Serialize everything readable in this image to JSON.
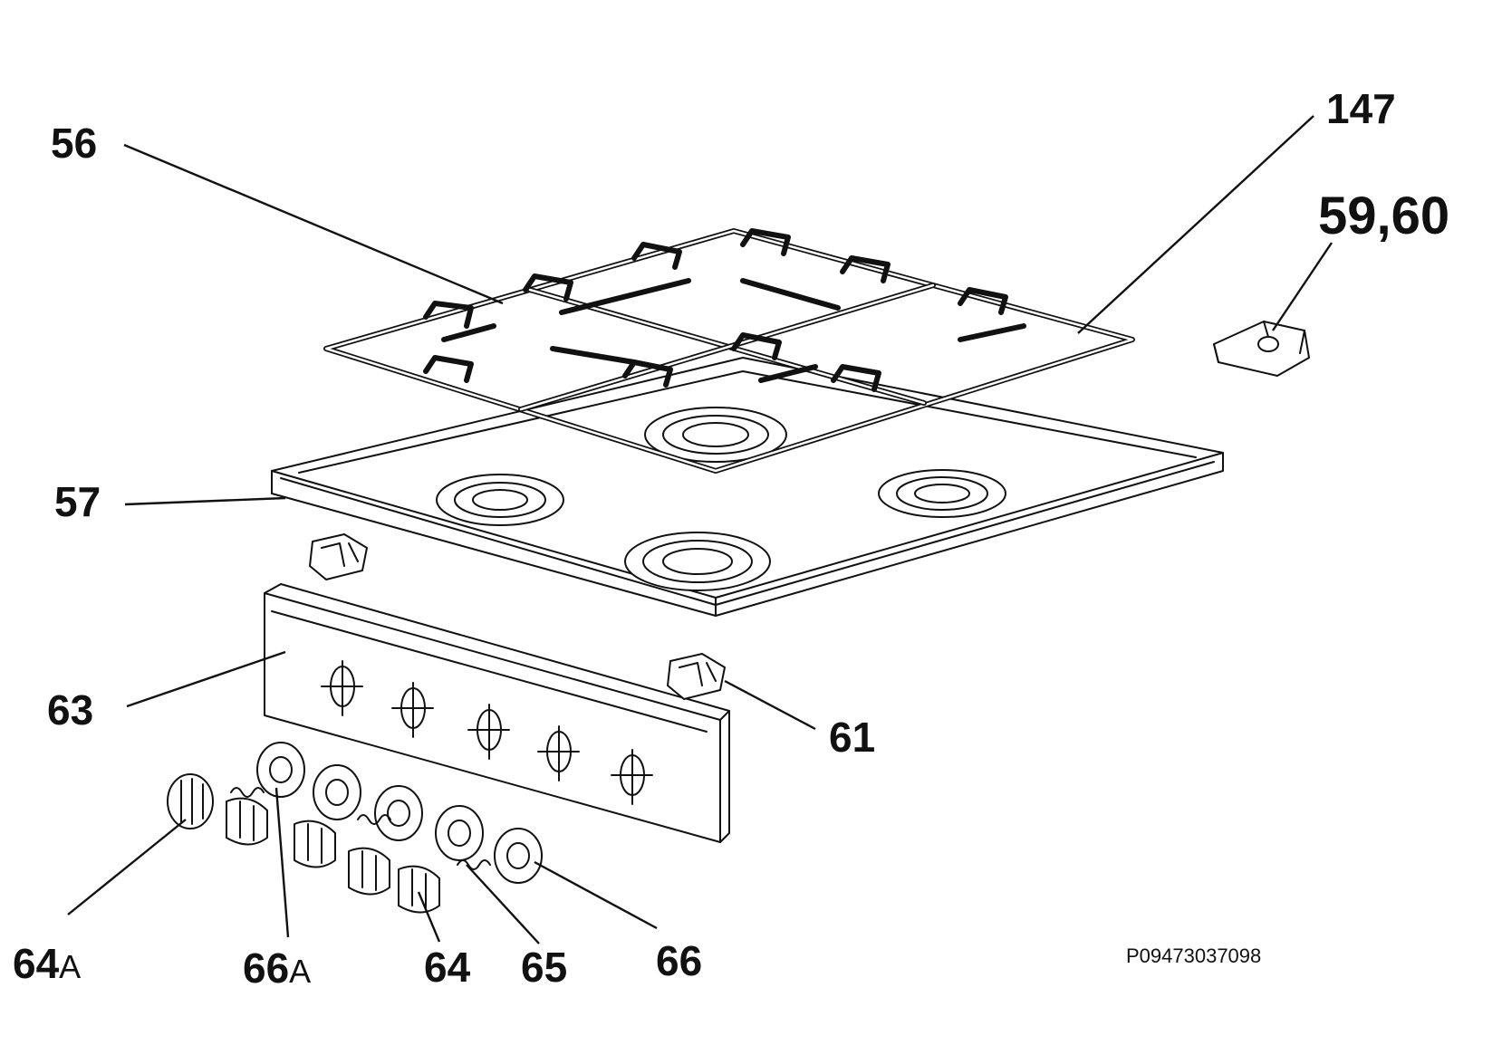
{
  "diagram": {
    "callouts": {
      "c56": "56",
      "c147": "147",
      "c5960": "59,60",
      "c57": "57",
      "c63": "63",
      "c61": "61",
      "c64A": {
        "num": "64",
        "suffix": "A"
      },
      "c66A": {
        "num": "66",
        "suffix": "A"
      },
      "c64": "64",
      "c65": "65",
      "c66": "66"
    },
    "reference_code": "P09473037098"
  }
}
